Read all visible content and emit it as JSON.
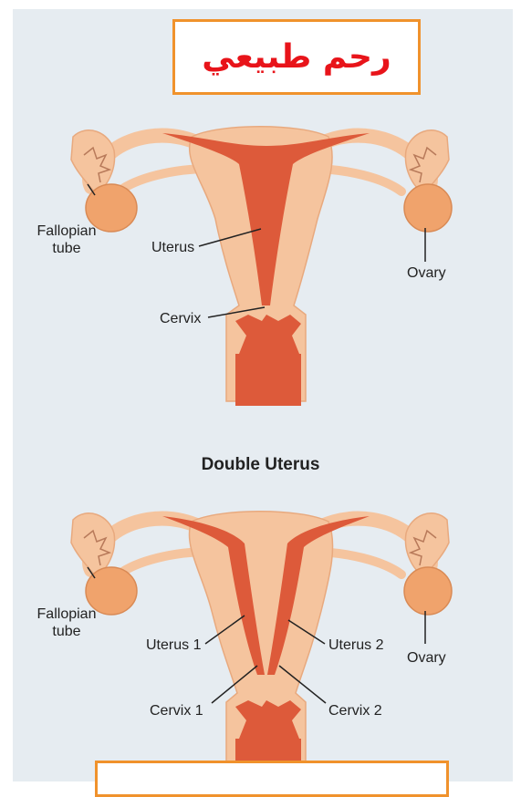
{
  "header": {
    "title": "رحم طبيعي"
  },
  "normal_diagram": {
    "labels": {
      "fallopian_tube": "Fallopian\ntube",
      "uterus": "Uterus",
      "ovary": "Ovary",
      "cervix": "Cervix"
    }
  },
  "double_diagram": {
    "heading": "Double Uterus",
    "labels": {
      "fallopian_tube": "Fallopian\ntube",
      "uterus_1": "Uterus 1",
      "uterus_2": "Uterus 2",
      "ovary": "Ovary",
      "cervix_1": "Cervix 1",
      "cervix_2": "Cervix 2"
    }
  },
  "colors": {
    "tissue": "#f5c49e",
    "tissue_outline": "#e8a97e",
    "cavity": "#dd5a3a",
    "ovary": "#f0a36c",
    "accent_border": "#f0922c",
    "title_text": "#e8141a"
  }
}
